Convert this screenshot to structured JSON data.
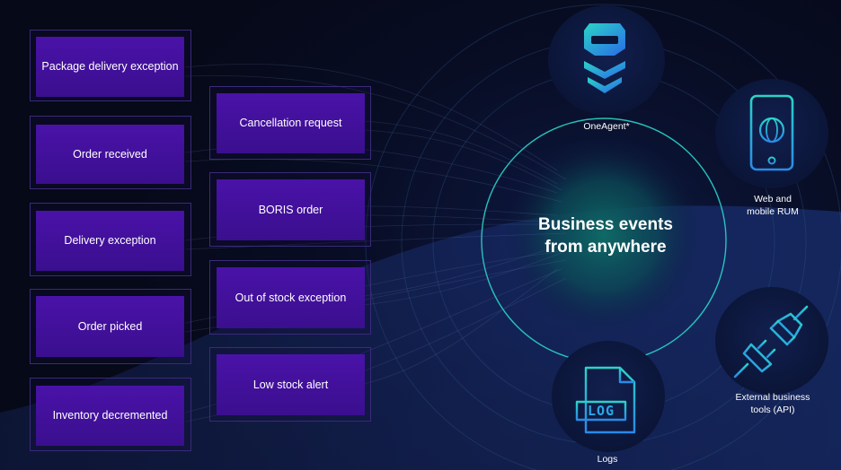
{
  "events_left_column": [
    "Package delivery exception",
    "Order received",
    "Delivery exception",
    "Order picked",
    "Inventory decremented"
  ],
  "events_right_column": [
    "Cancellation request",
    "BORIS order",
    "Out of stock exception",
    "Low stock alert"
  ],
  "center": {
    "title_line1": "Business events",
    "title_line2": "from anywhere"
  },
  "sources": {
    "oneagent": "OneAgent*",
    "rum_line1": "Web and",
    "rum_line2": "mobile RUM",
    "api_line1": "External business",
    "api_line2": "tools (API)",
    "logs": "Logs",
    "log_icon_text": "LOG"
  },
  "colors": {
    "background": "#070b1c",
    "card_purple": "#4a12a8",
    "card_frame": "#3a2a7a",
    "accent_teal": "#2ad4c8",
    "accent_blue": "#2aa8e8",
    "center_glow": "#0f6d66"
  },
  "icons": [
    "oneagent-logo-icon",
    "smartphone-globe-icon",
    "plug-connector-icon",
    "log-file-icon"
  ]
}
